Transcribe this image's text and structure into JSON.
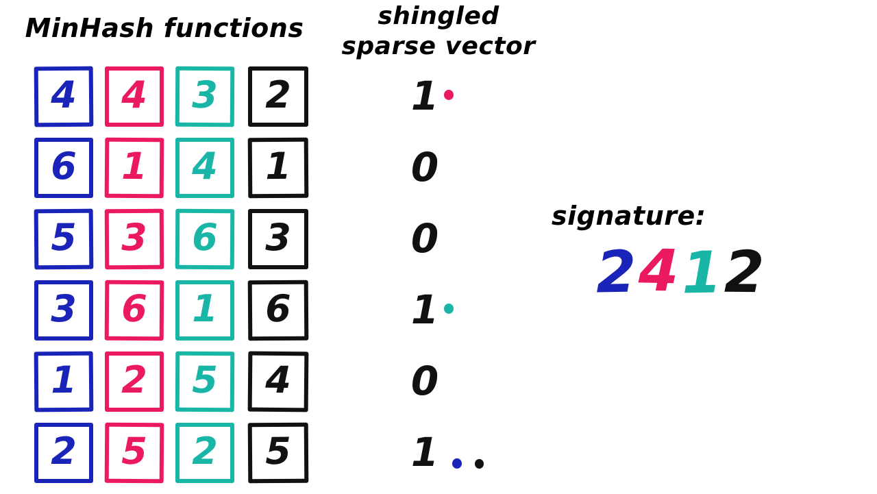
{
  "colors": {
    "blue": "#1a24b8",
    "pink": "#eb1a5e",
    "teal": "#19b5a6",
    "black": "#111111",
    "background": "#ffffff"
  },
  "minhash": {
    "title": "MinHash functions",
    "column_colors": [
      "blue",
      "pink",
      "teal",
      "black"
    ],
    "rows": [
      [
        "4",
        "4",
        "3",
        "2"
      ],
      [
        "6",
        "1",
        "4",
        "1"
      ],
      [
        "5",
        "3",
        "6",
        "3"
      ],
      [
        "3",
        "6",
        "1",
        "6"
      ],
      [
        "1",
        "2",
        "5",
        "4"
      ],
      [
        "2",
        "5",
        "2",
        "5"
      ]
    ]
  },
  "sparse_vector": {
    "title_line1": "shingled",
    "title_line2": "sparse vector",
    "bits": [
      "1",
      "0",
      "0",
      "1",
      "0",
      "1"
    ],
    "row_dots": [
      [
        "pink"
      ],
      [],
      [],
      [
        "teal"
      ],
      [],
      [
        "blue",
        "black"
      ]
    ]
  },
  "signature": {
    "label": "signature:",
    "digits": [
      "2",
      "4",
      "1",
      "2"
    ],
    "digit_colors": [
      "blue",
      "pink",
      "teal",
      "black"
    ]
  }
}
